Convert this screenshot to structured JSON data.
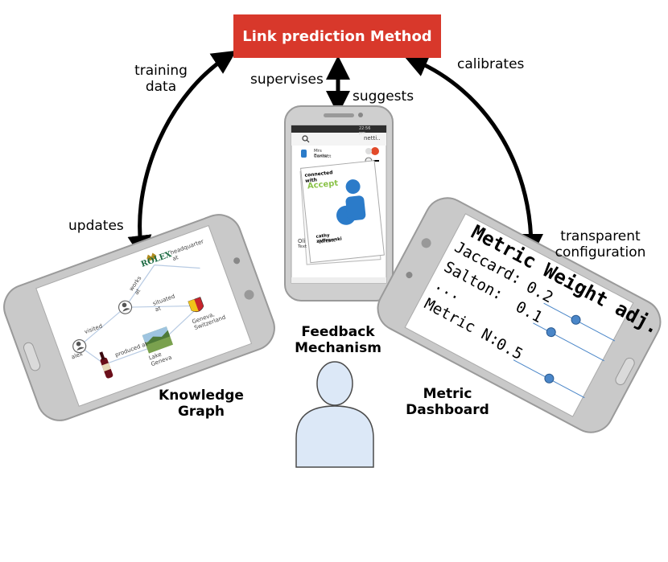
{
  "method": {
    "title": "Link prediction Method"
  },
  "edges": {
    "training_data": "training\ndata",
    "updates": "updates",
    "supervises": "supervises",
    "suggests": "suggests",
    "calibrates": "calibrates",
    "transparent_configuration": "transparent\nconfiguration"
  },
  "panels": {
    "knowledge_graph": {
      "caption": "Knowledge\nGraph",
      "nodes": {
        "visited": "visited",
        "works_at": "works at",
        "headquarter_at": "headquarter at",
        "situated_at": "situated at",
        "produced_at": "produced at",
        "lake_geneva": "Lake Geneva",
        "geneva": "Geneva, Switzerland",
        "rolex": "ROLEX",
        "alex": "alex"
      }
    },
    "feedback": {
      "caption": "Feedback\nMechanism",
      "phone": {
        "status": "22:56 pm",
        "search_text": "netti..",
        "contact_name": "Mrs Baxter",
        "contact_sub": "Contact",
        "card_header": "connected with",
        "accept": "Accept",
        "person_name": "cathy zaffrowski",
        "person_sub": "Contact",
        "back_label_1": "Oli",
        "back_label_2": "Text"
      }
    },
    "metric": {
      "caption": "Metric\nDashboard",
      "title": "Metric Weight adj.",
      "rows": [
        {
          "label": "Jaccard:",
          "value": "0.2",
          "level": 0.45
        },
        {
          "label": "Salton:",
          "value": "0.1",
          "level": 0.25
        },
        {
          "label": "...",
          "value": "",
          "level": null
        },
        {
          "label": "Metric N:",
          "value": "0.5",
          "level": 0.5
        }
      ]
    }
  },
  "colors": {
    "method_box": "#d8382b",
    "phone_body": "#c8c8c8",
    "person_fill": "#dce8f7",
    "person_stroke": "#4a4a4a",
    "slider_knob": "#4a86c8"
  }
}
